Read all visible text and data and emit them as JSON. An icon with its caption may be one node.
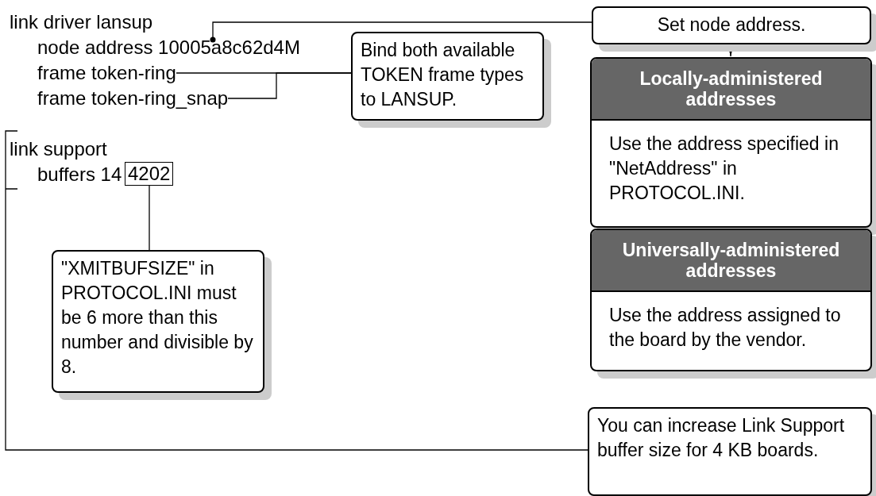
{
  "diagram": {
    "nodes": [
      {
        "text": [
          "node address 10005a8c62d4M"
        ]
      },
      {
        "text": [
          "frame token-ring"
        ]
      },
      {
        "text": [
          "frame token-ring_snap"
        ]
      },
      {
        "text": [
          "Bind both available TOKEN frame types to LANSUP."
        ]
      },
      {
        "text": [
          "Set node address."
        ]
      },
      {
        "text": [
          "Locally-administered addresses",
          "Use the address specified in \"NetAddress\" in PROTOCOL.INI."
        ]
      },
      {
        "text": [
          "Universally-administered addresses",
          "Use the address assigned to the board by the vendor."
        ]
      },
      {
        "text": [
          "link support",
          "buffers 14"
        ]
      },
      {
        "text": [
          "4202"
        ],
        "in": 7
      },
      {
        "text": [
          "\"XMITBUFSIZE\" in PROTOCOL.INI must be 6 more than this number and divisible by 8."
        ]
      },
      {
        "text": [
          "You can increase Link Support buffer size for 4 KB boards."
        ]
      }
    ],
    "edges": [
      {
        "from": 4,
        "to": 0,
        "arrow": "other"
      },
      {
        "from": 1,
        "to": 3,
        "arrow": "none"
      },
      {
        "from": 2,
        "to": 3,
        "arrow": "none"
      },
      {
        "from": 4,
        "to": 5,
        "arrow": "to"
      },
      {
        "from": 8,
        "to": 9,
        "arrow": "none"
      },
      {
        "from": 7,
        "to": 10,
        "arrow": "none"
      }
    ],
    "labels": [
      "link driver lansup"
    ]
  }
}
